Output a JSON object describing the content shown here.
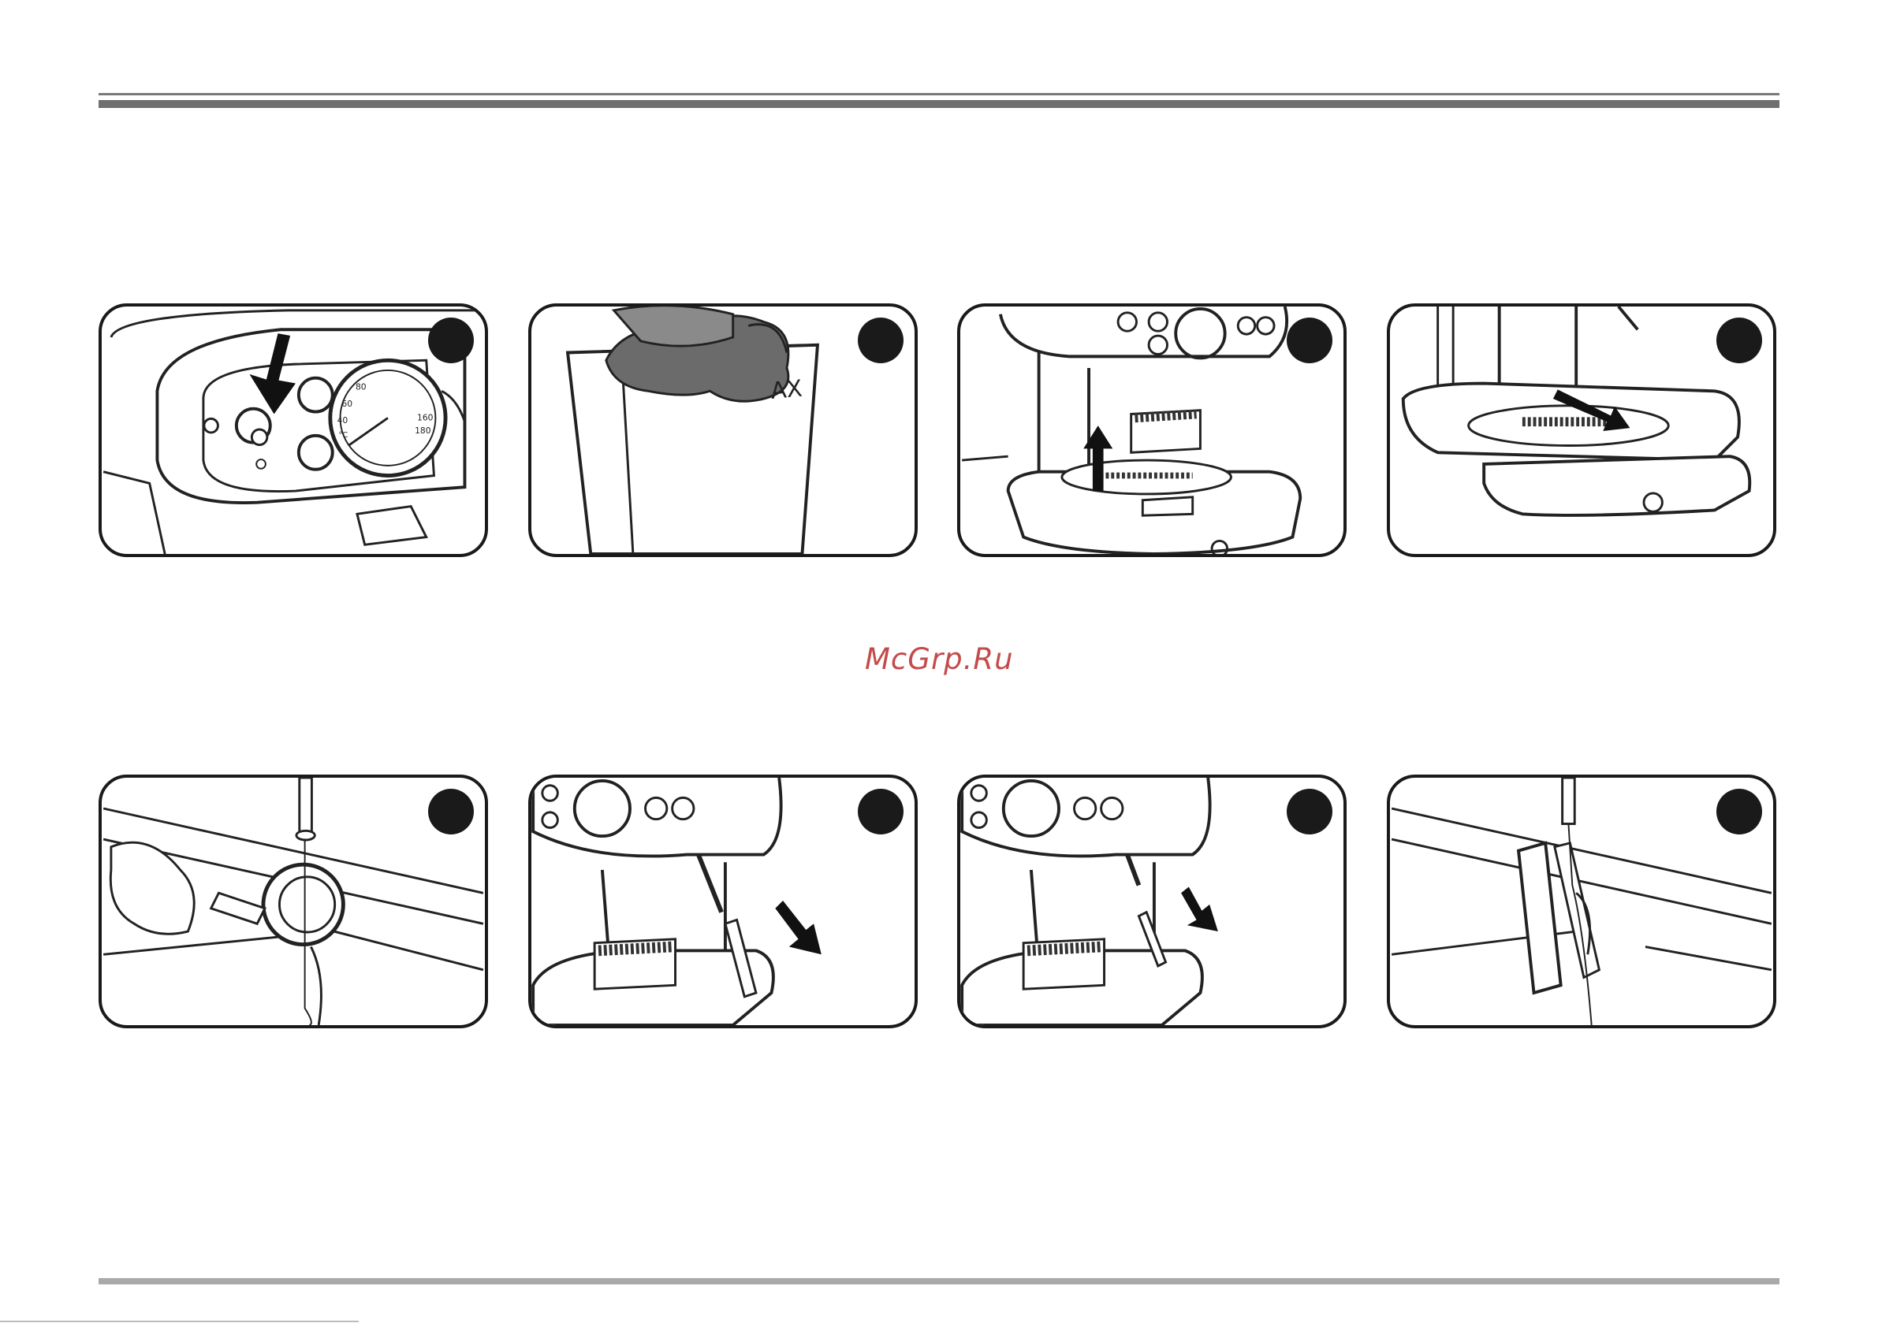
{
  "watermark": {
    "text": "McGrp.Ru",
    "color": "#c44b4b"
  },
  "panels": [
    {
      "name": "panel-1",
      "subject": "power switch and pressure gauge, pressing switch",
      "gauge_labels": [
        "40",
        "60",
        "80",
        "160",
        "180",
        "°C"
      ]
    },
    {
      "name": "panel-2",
      "subject": "hand wiping machine body with cloth"
    },
    {
      "name": "panel-3",
      "subject": "lifting drip tray grid off the machine"
    },
    {
      "name": "panel-4",
      "subject": "pulling out drip tray"
    },
    {
      "name": "panel-5",
      "subject": "rinsing filter holder under tap"
    },
    {
      "name": "panel-6",
      "subject": "removing steam wand nozzle"
    },
    {
      "name": "panel-7",
      "subject": "pulling off steam wand tip"
    },
    {
      "name": "panel-8",
      "subject": "rinsing steam wand parts under tap"
    }
  ],
  "colors": {
    "outline": "#1a1a1a",
    "rule": "#6f6f6f",
    "footer_rule": "#a9a9a9"
  }
}
